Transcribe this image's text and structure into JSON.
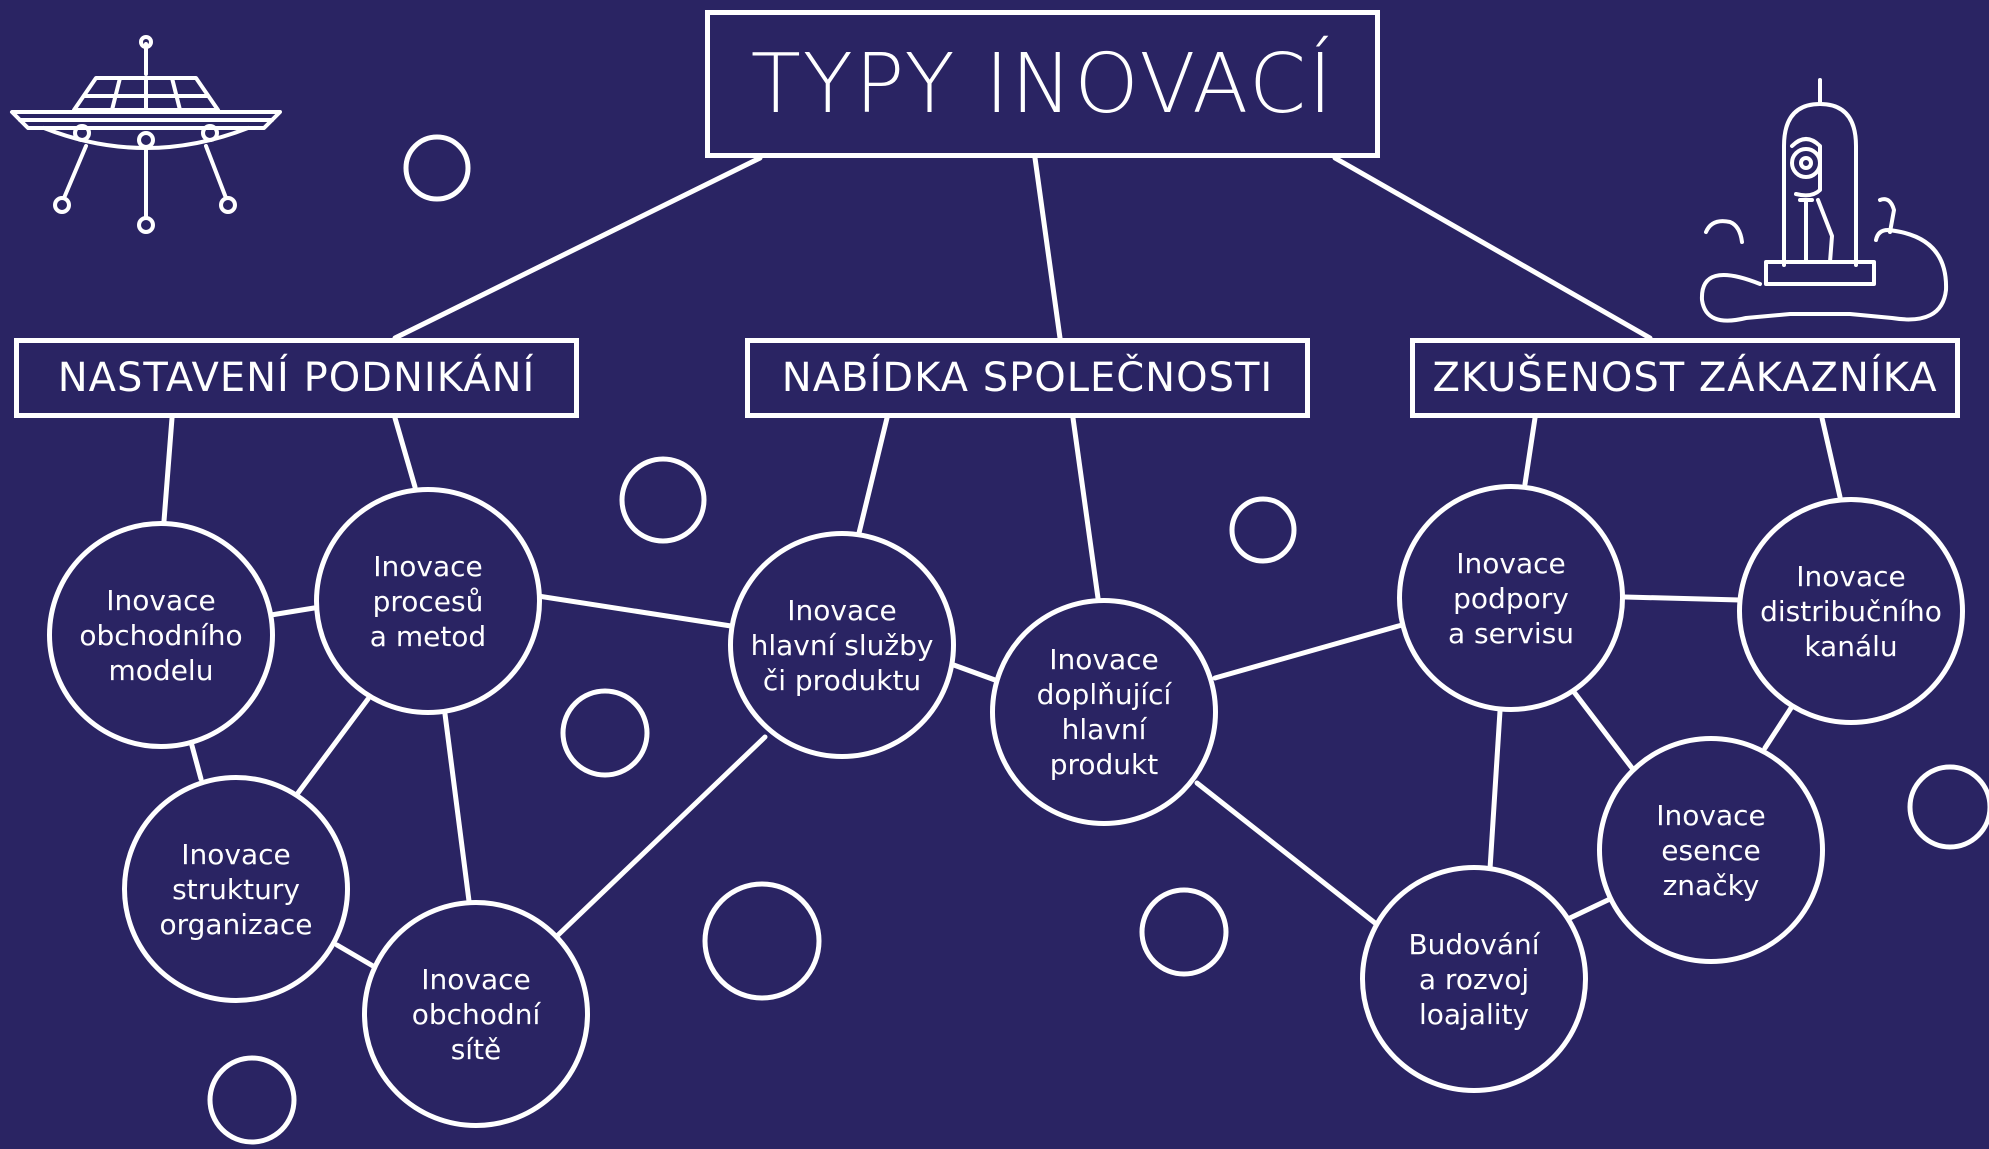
{
  "title": "TYPY INOVACÍ",
  "categories": [
    {
      "id": "business",
      "label": "NASTAVENÍ PODNIKÁNÍ"
    },
    {
      "id": "offer",
      "label": "NABÍDKA SPOLEČNOSTI"
    },
    {
      "id": "customer",
      "label": "ZKUŠENOST ZÁKAZNÍKA"
    }
  ],
  "nodes": [
    {
      "id": "model",
      "label": "Inovace\nobchodního\nmodelu"
    },
    {
      "id": "process",
      "label": "Inovace\nprocesů\na metod"
    },
    {
      "id": "structure",
      "label": "Inovace\nstruktury\norganizace"
    },
    {
      "id": "network",
      "label": "Inovace\nobchodní\nsítě"
    },
    {
      "id": "core",
      "label": "Inovace\nhlavní služby\nči produktu"
    },
    {
      "id": "complement",
      "label": "Inovace\ndoplňující\nhlavní\nprodukt"
    },
    {
      "id": "support",
      "label": "Inovace\npodpory\na servisu"
    },
    {
      "id": "distribution",
      "label": "Inovace\ndistribučního\nkanálu"
    },
    {
      "id": "brand",
      "label": "Inovace\nesence\nznačky"
    },
    {
      "id": "loyalty",
      "label": "Budování\na rozvoj\nloajality"
    }
  ],
  "colors": {
    "background": "#2a2463",
    "stroke": "#ffffff"
  },
  "decorations": [
    "ufo-icon",
    "alien-in-capsule-icon",
    "decorative-circles"
  ]
}
